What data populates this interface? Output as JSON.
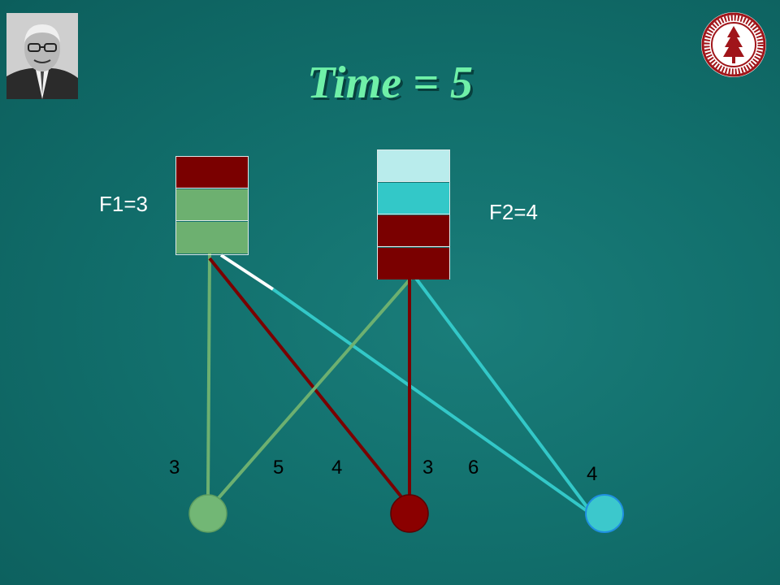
{
  "slide": {
    "title": "Time = 5",
    "queue1": {
      "label": "F1=3",
      "slots": [
        "#7a0000",
        "#6db070",
        "#6db070"
      ]
    },
    "queue2": {
      "label": "F2=4",
      "slots": [
        "#b9ecec",
        "#33c8c8",
        "#7a0000",
        "#7a0000"
      ]
    },
    "edge_labels": [
      "3",
      "5",
      "4",
      "3",
      "6",
      "4"
    ],
    "node_colors": [
      "#72b775",
      "#8b0000",
      "#3cc8cc"
    ],
    "line_colors": {
      "green": "#6db070",
      "red": "#7a0000",
      "cyan": "#33c8c8",
      "white": "#ffffff"
    }
  }
}
